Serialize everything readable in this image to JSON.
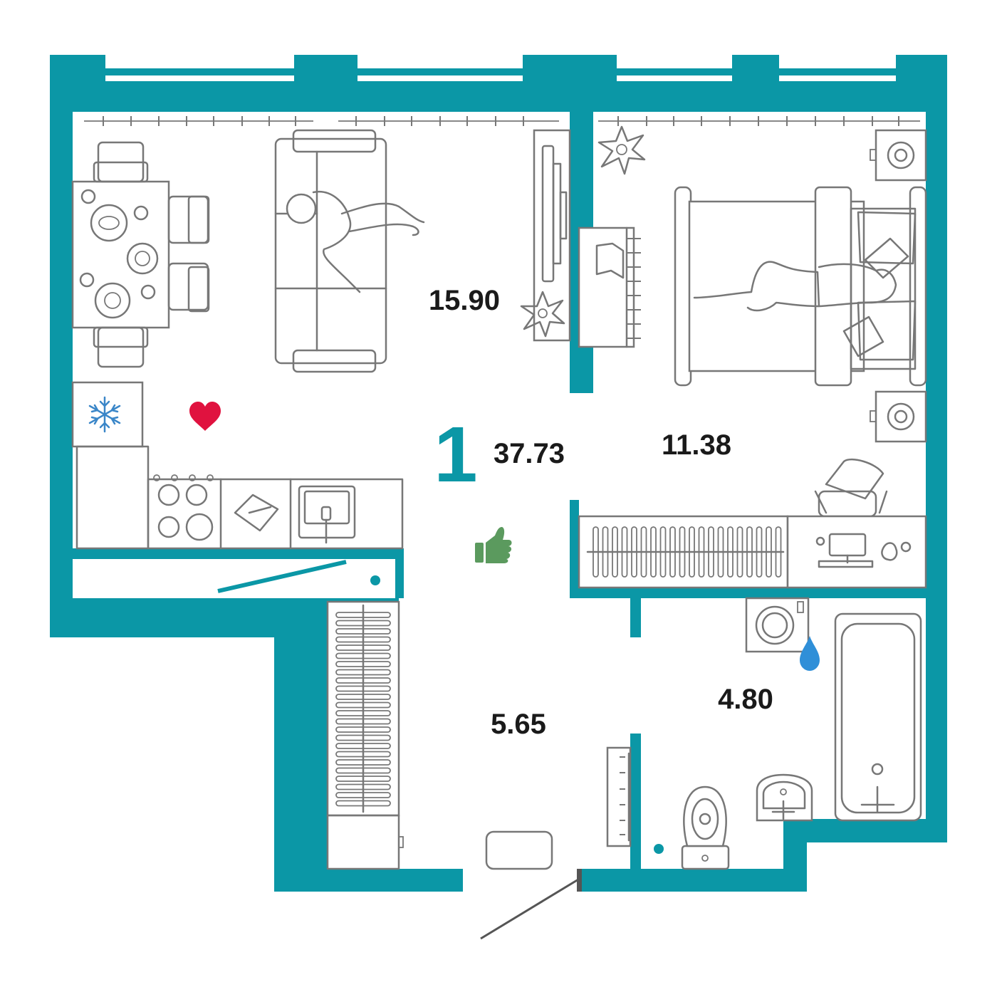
{
  "plan": {
    "rooms_count": "1",
    "total_area": "37.73",
    "rooms": [
      {
        "id": "living-kitchen",
        "area": "15.90"
      },
      {
        "id": "bedroom",
        "area": "11.38"
      },
      {
        "id": "hallway",
        "area": "5.65"
      },
      {
        "id": "bathroom",
        "area": "4.80"
      }
    ]
  },
  "colors": {
    "wall": "#0b97a6",
    "furniture_line": "#777777",
    "heart": "#e0123f",
    "snowflake": "#3a86c8",
    "water_drop": "#2f8fd8",
    "thumbs_up": "#5b9a5e",
    "text": "#1a1a1a"
  },
  "icons": [
    "heart-icon",
    "snowflake-icon",
    "thumbs-up-icon",
    "water-drop-icon"
  ]
}
